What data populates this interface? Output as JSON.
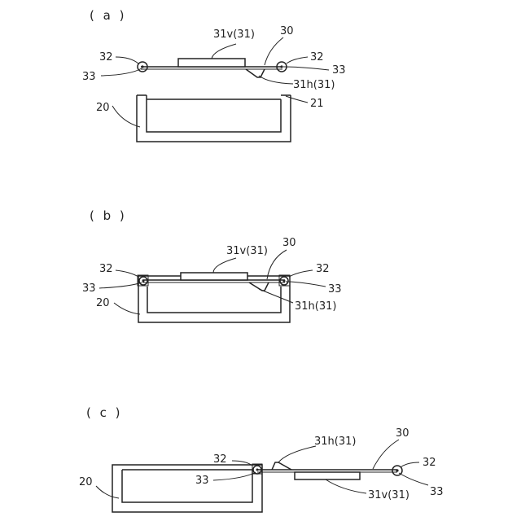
{
  "panels": {
    "a": {
      "tag": "( a )",
      "labels": {
        "label_31v": "31v(31)",
        "label_30": "30",
        "label_32_left": "32",
        "label_32_right": "32",
        "label_33_left": "33",
        "label_33_right": "33",
        "label_31h": "31h(31)",
        "label_20": "20",
        "label_21": "21"
      }
    },
    "b": {
      "tag": "( b )",
      "labels": {
        "label_31v": "31v(31)",
        "label_30": "30",
        "label_32_left": "32",
        "label_32_right": "32",
        "label_33_left": "33",
        "label_33_right": "33",
        "label_31h": "31h(31)",
        "label_20": "20"
      }
    },
    "c": {
      "tag": "( c )",
      "labels": {
        "label_31h": "31h(31)",
        "label_30": "30",
        "label_32_left": "32",
        "label_32_right": "32",
        "label_33_left": "33",
        "label_33_right": "33",
        "label_20": "20",
        "label_31v": "31v(31)"
      }
    }
  },
  "colors": {
    "line": "#222222",
    "background": "#ffffff"
  }
}
